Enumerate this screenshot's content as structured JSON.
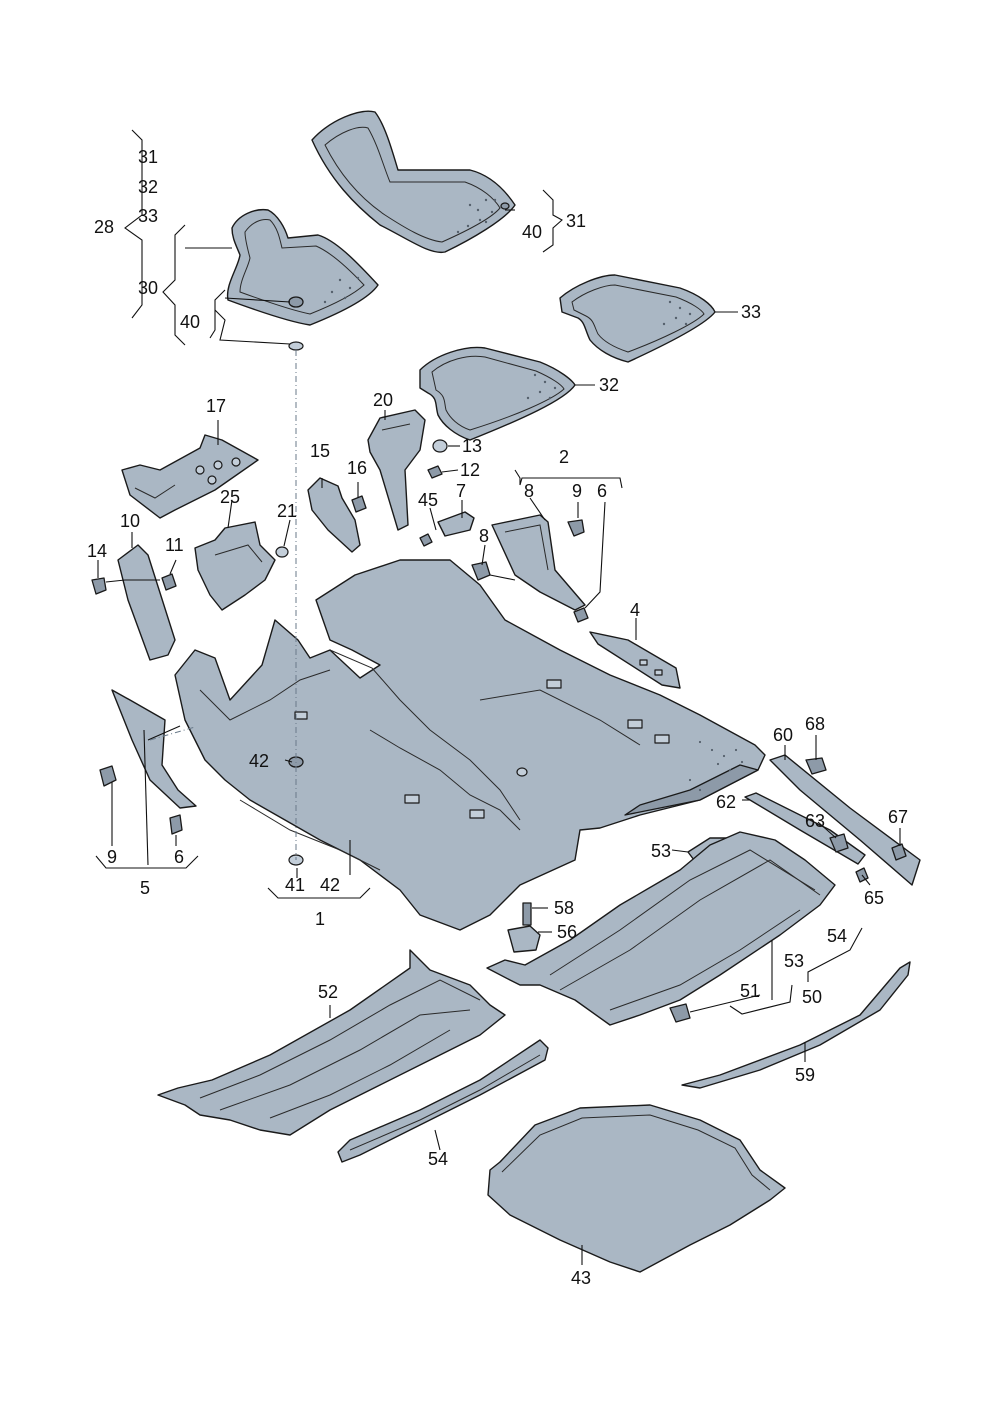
{
  "labels": [
    {
      "id": "n31a",
      "text": "31"
    },
    {
      "id": "n32a",
      "text": "32"
    },
    {
      "id": "n33a",
      "text": "33"
    },
    {
      "id": "n28",
      "text": "28"
    },
    {
      "id": "n30",
      "text": "30"
    },
    {
      "id": "n40a",
      "text": "40"
    },
    {
      "id": "n40b",
      "text": "40"
    },
    {
      "id": "n31b",
      "text": "31"
    },
    {
      "id": "n33b",
      "text": "33"
    },
    {
      "id": "n32b",
      "text": "32"
    },
    {
      "id": "n17",
      "text": "17"
    },
    {
      "id": "n20",
      "text": "20"
    },
    {
      "id": "n13",
      "text": "13"
    },
    {
      "id": "n12",
      "text": "12"
    },
    {
      "id": "n15",
      "text": "15"
    },
    {
      "id": "n16",
      "text": "16"
    },
    {
      "id": "n45",
      "text": "45"
    },
    {
      "id": "n7",
      "text": "7"
    },
    {
      "id": "n2",
      "text": "2"
    },
    {
      "id": "n8a",
      "text": "8"
    },
    {
      "id": "n9a",
      "text": "9"
    },
    {
      "id": "n6a",
      "text": "6"
    },
    {
      "id": "n8b",
      "text": "8"
    },
    {
      "id": "n25",
      "text": "25"
    },
    {
      "id": "n21",
      "text": "21"
    },
    {
      "id": "n10",
      "text": "10"
    },
    {
      "id": "n14",
      "text": "14"
    },
    {
      "id": "n11",
      "text": "11"
    },
    {
      "id": "n4",
      "text": "4"
    },
    {
      "id": "n60",
      "text": "60"
    },
    {
      "id": "n68",
      "text": "68"
    },
    {
      "id": "n42a",
      "text": "42"
    },
    {
      "id": "n62",
      "text": "62"
    },
    {
      "id": "n63",
      "text": "63"
    },
    {
      "id": "n67",
      "text": "67"
    },
    {
      "id": "n53a",
      "text": "53"
    },
    {
      "id": "n65",
      "text": "65"
    },
    {
      "id": "n9b",
      "text": "9"
    },
    {
      "id": "n6b",
      "text": "6"
    },
    {
      "id": "n5",
      "text": "5"
    },
    {
      "id": "n41",
      "text": "41"
    },
    {
      "id": "n42b",
      "text": "42"
    },
    {
      "id": "n1",
      "text": "1"
    },
    {
      "id": "n58",
      "text": "58"
    },
    {
      "id": "n56",
      "text": "56"
    },
    {
      "id": "n54a",
      "text": "54"
    },
    {
      "id": "n53b",
      "text": "53"
    },
    {
      "id": "n52",
      "text": "52"
    },
    {
      "id": "n51",
      "text": "51"
    },
    {
      "id": "n50",
      "text": "50"
    },
    {
      "id": "n59",
      "text": "59"
    },
    {
      "id": "n54b",
      "text": "54"
    },
    {
      "id": "n43",
      "text": "43"
    }
  ]
}
